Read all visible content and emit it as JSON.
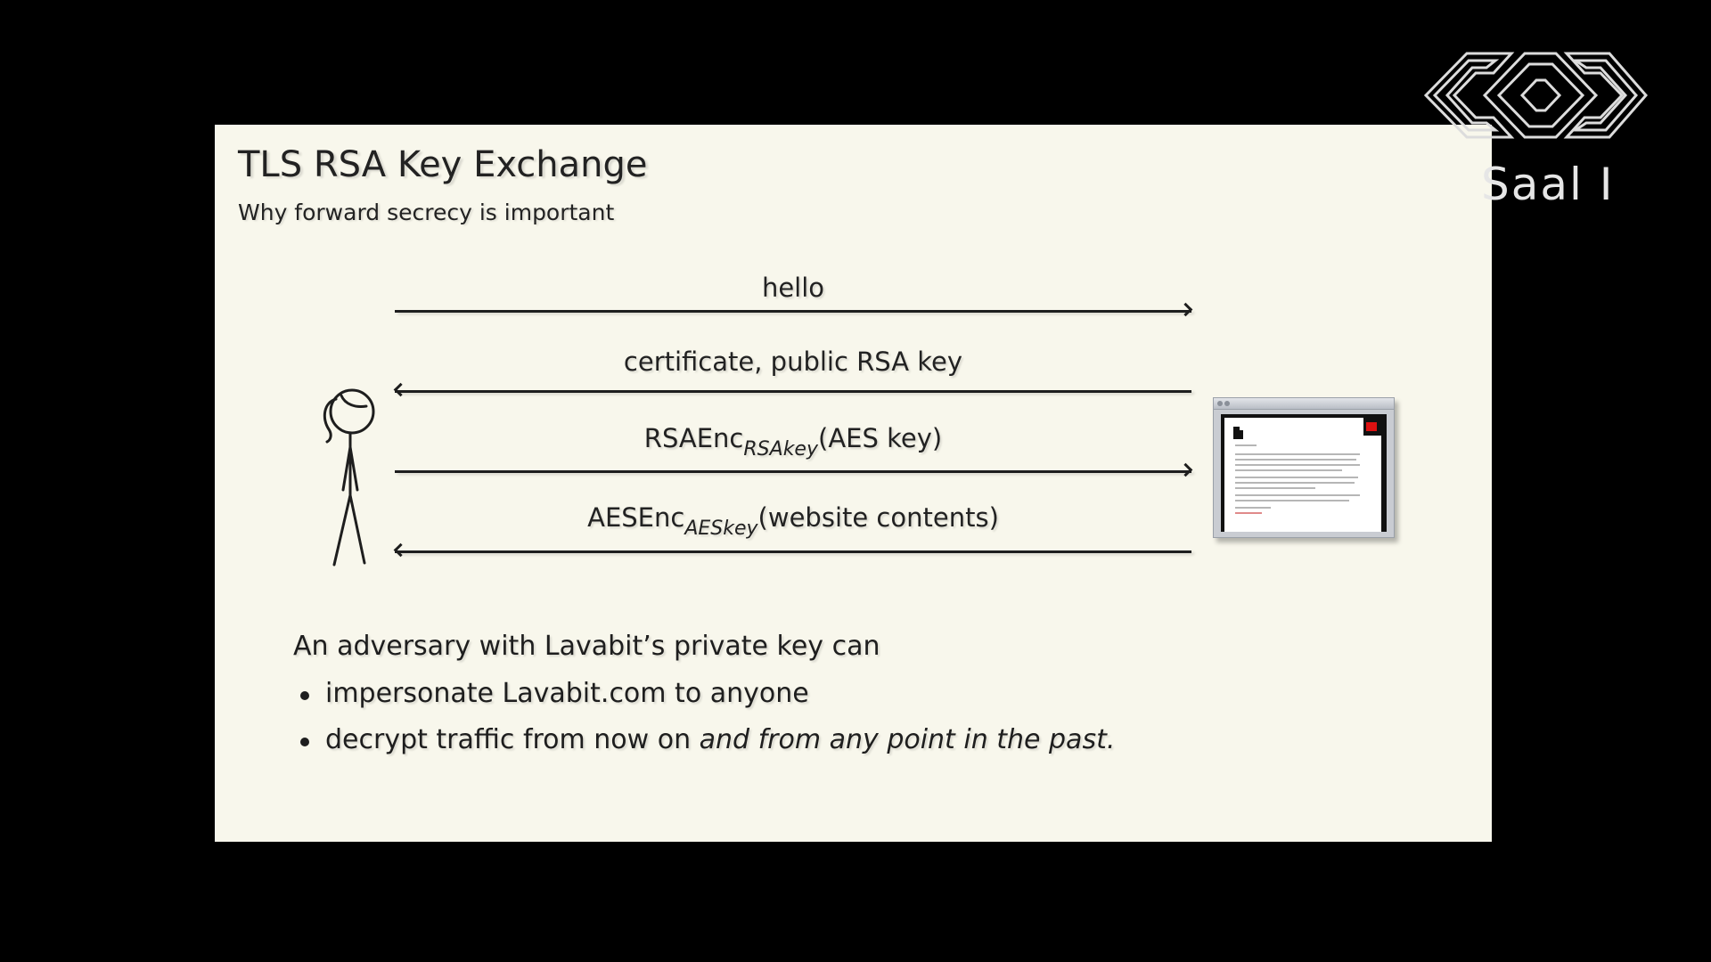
{
  "slide": {
    "title": "TLS RSA Key Exchange",
    "subtitle": "Why forward secrecy is important"
  },
  "diagram": {
    "messages": [
      {
        "label": "hello",
        "direction": "right"
      },
      {
        "label": "certificate, public RSA key",
        "direction": "left"
      },
      {
        "label_main": "RSAEnc",
        "label_sub": "RSAkey",
        "label_tail": "(AES key)",
        "direction": "right"
      },
      {
        "label_main": "AESEnc",
        "label_sub": "AESkey",
        "label_tail": "(website contents)",
        "direction": "left"
      }
    ]
  },
  "body": {
    "lead": "An adversary with Lavabit’s private key can",
    "bullets": [
      {
        "text": "impersonate Lavabit.com to anyone"
      },
      {
        "text": "decrypt traffic from now on ",
        "emphasis": "and from any point in the past."
      }
    ]
  },
  "overlay": {
    "room_label": "Saal I"
  },
  "colors": {
    "background": "#000000",
    "slide": "#f8f7ec",
    "text": "#1e1e1e",
    "badge": "#dd1111"
  }
}
